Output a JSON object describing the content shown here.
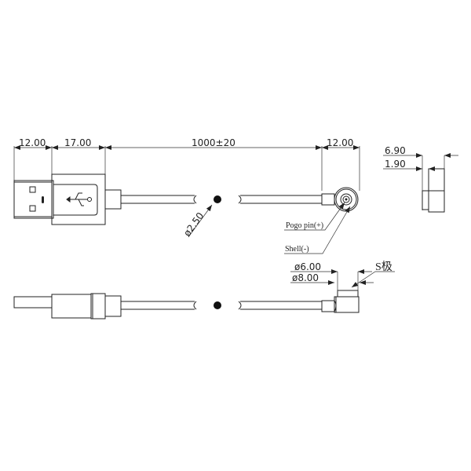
{
  "drawing": {
    "title": "USB-A to magnetic pogo-pin cable dimension drawing",
    "top_view": {
      "dimensions": {
        "usb_plug_length": "12.00",
        "usb_housing_length": "17.00",
        "cable_length": "1000±20",
        "connector_head_length": "12.00",
        "cable_diameter": "ø2.50"
      },
      "callouts": {
        "pogo_pin": "Pogo pin(+)",
        "shell": "Shell(-)"
      }
    },
    "side_view": {
      "dimensions": {
        "inner_diameter": "ø6.00",
        "outer_diameter": "ø8.00",
        "pole_label": "S极"
      }
    },
    "end_view": {
      "dimensions": {
        "total_height": "6.90",
        "pin_height": "1.90"
      }
    }
  }
}
